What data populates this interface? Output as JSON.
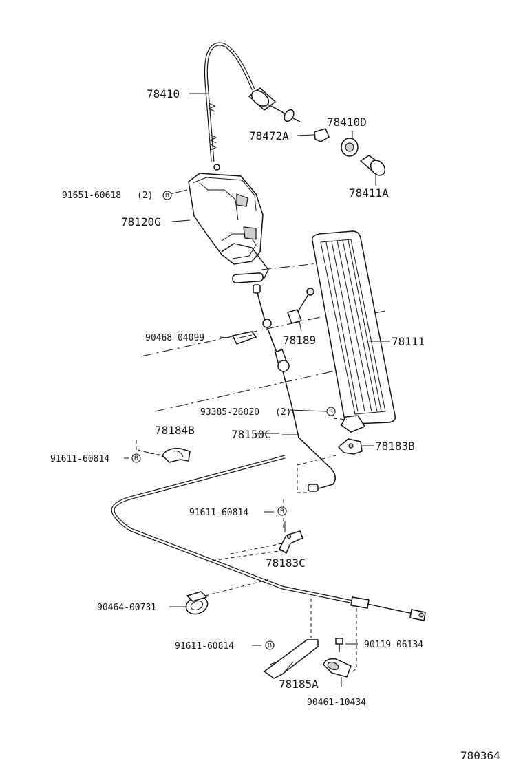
{
  "diagram_id": "780364",
  "parts": [
    {
      "key": "p78410",
      "number": "78410"
    },
    {
      "key": "p78410D",
      "number": "78410D"
    },
    {
      "key": "p78472A",
      "number": "78472A"
    },
    {
      "key": "p78411A",
      "number": "78411A"
    },
    {
      "key": "p91651",
      "number": "91651-60618",
      "qty": "(2)",
      "marker": "B"
    },
    {
      "key": "p78120G",
      "number": "78120G"
    },
    {
      "key": "p90468",
      "number": "90468-04099"
    },
    {
      "key": "p78189",
      "number": "78189"
    },
    {
      "key": "p78111",
      "number": "78111"
    },
    {
      "key": "p93385",
      "number": "93385-26020",
      "qty": "(2)",
      "marker": "S"
    },
    {
      "key": "p78184B",
      "number": "78184B"
    },
    {
      "key": "p78150C",
      "number": "78150C"
    },
    {
      "key": "p91611a",
      "number": "91611-60814",
      "marker": "B"
    },
    {
      "key": "p78183B",
      "number": "78183B"
    },
    {
      "key": "p91611b",
      "number": "91611-60814",
      "marker": "B"
    },
    {
      "key": "p78183C",
      "number": "78183C"
    },
    {
      "key": "p90464",
      "number": "90464-00731"
    },
    {
      "key": "p91611c",
      "number": "91611-60814",
      "marker": "B"
    },
    {
      "key": "p90119",
      "number": "90119-06134"
    },
    {
      "key": "p78185A",
      "number": "78185A"
    },
    {
      "key": "p90461",
      "number": "90461-10434"
    }
  ]
}
